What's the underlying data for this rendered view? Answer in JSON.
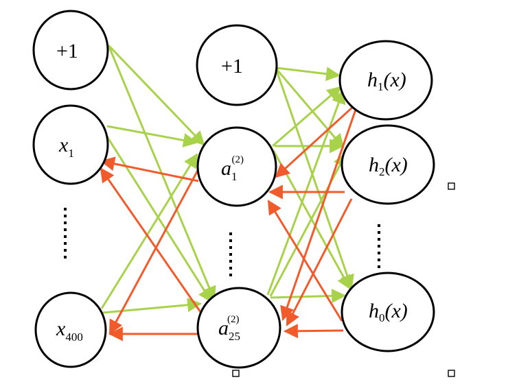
{
  "nodes": {
    "input_bias": "+1",
    "x1": {
      "var": "x",
      "sub": "1"
    },
    "x400": {
      "var": "x",
      "sub": "400"
    },
    "hidden_bias": "+1",
    "a1": {
      "var": "a",
      "sub": "1",
      "sup": "(2)"
    },
    "a25": {
      "var": "a",
      "sub": "25",
      "sup": "(2)"
    },
    "h1": {
      "var": "h",
      "sub": "1",
      "arg": "(x)"
    },
    "h2": {
      "var": "h",
      "sub": "2",
      "arg": "(x)"
    },
    "h0": {
      "var": "h",
      "sub": "0",
      "arg": "(x)"
    }
  },
  "colors": {
    "forward_edge": "#a8d24a",
    "backward_edge": "#f15a2b",
    "node_stroke": "#000000"
  }
}
